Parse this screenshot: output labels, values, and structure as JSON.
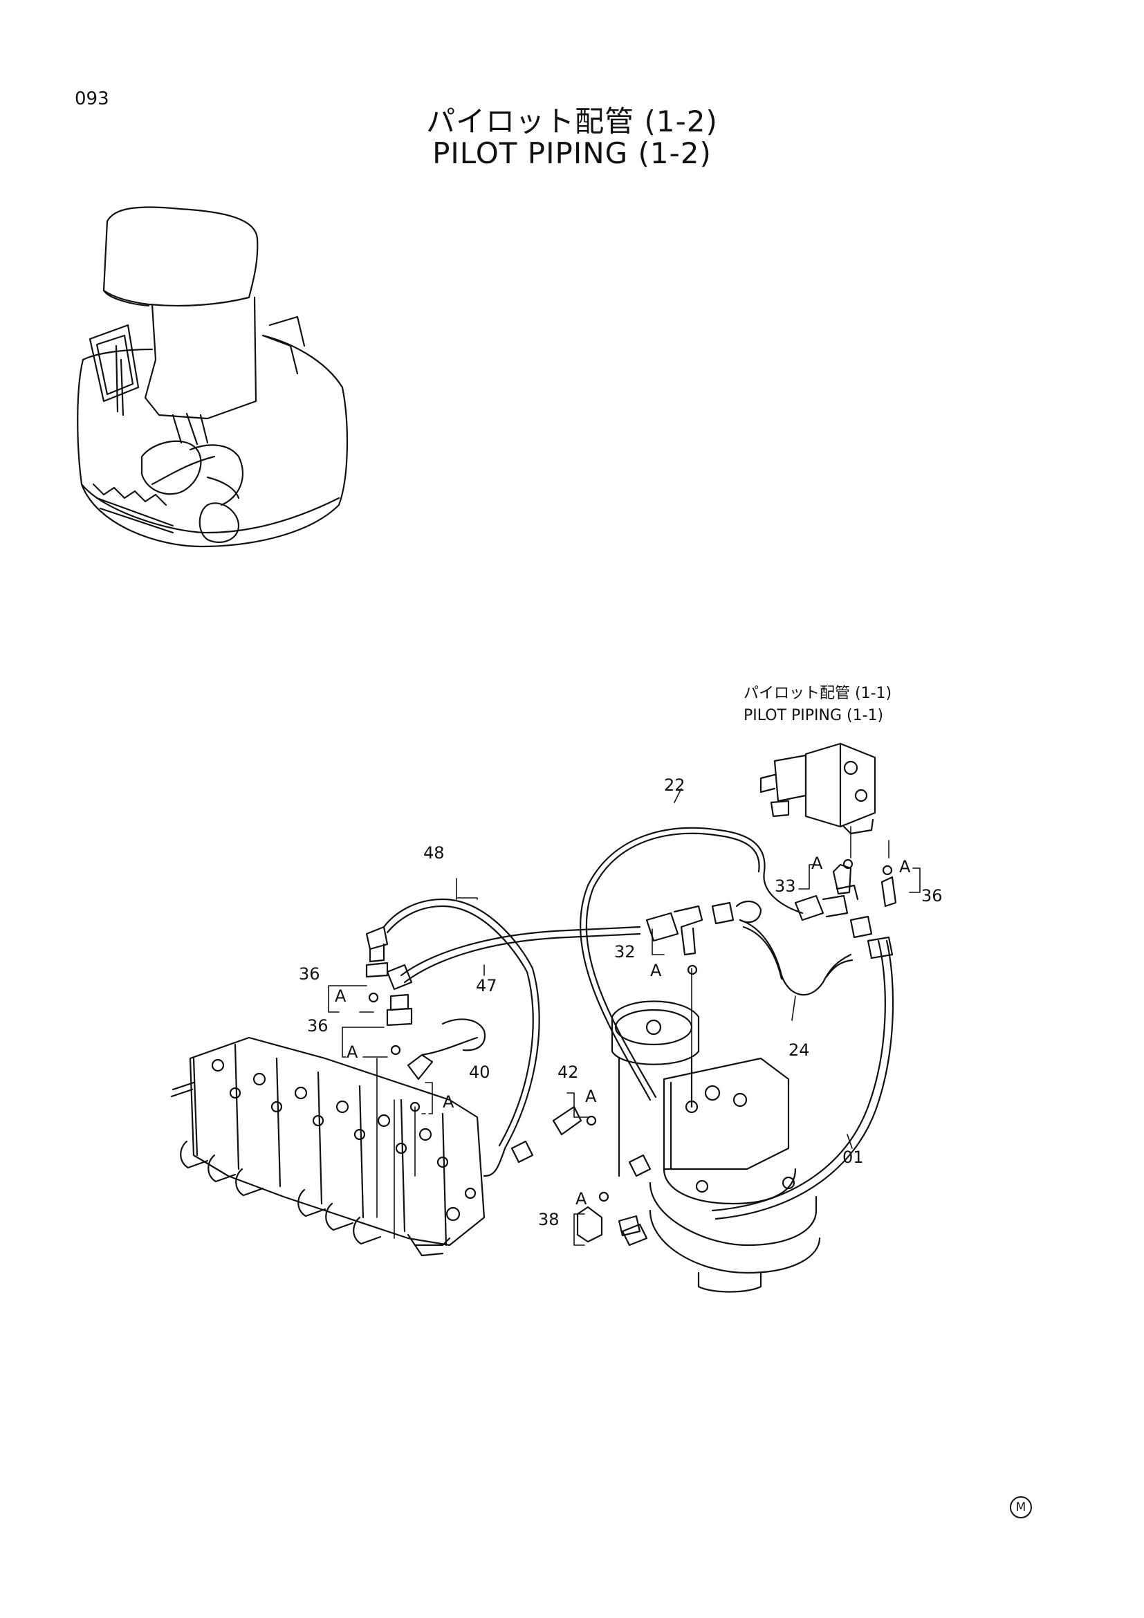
{
  "page_number": "093",
  "title_jp": "パイロット配管 (1-2)",
  "title_en": "PILOT PIPING (1-2)",
  "reference": {
    "jp": "パイロット配管 (1-1)",
    "en": "PILOT PIPING (1-1)"
  },
  "callouts": {
    "p22": "22",
    "p48": "48",
    "p33": "33",
    "p36a": "36",
    "p36b": "36",
    "p36c": "36",
    "p32": "32",
    "p47": "47",
    "p24": "24",
    "p40": "40",
    "p42": "42",
    "p01": "01",
    "p38": "38",
    "a1": "A",
    "a2": "A",
    "a3": "A",
    "a4": "A",
    "a5": "A",
    "a6": "A",
    "a7": "A",
    "a8": "A"
  },
  "corner_mark": "M"
}
